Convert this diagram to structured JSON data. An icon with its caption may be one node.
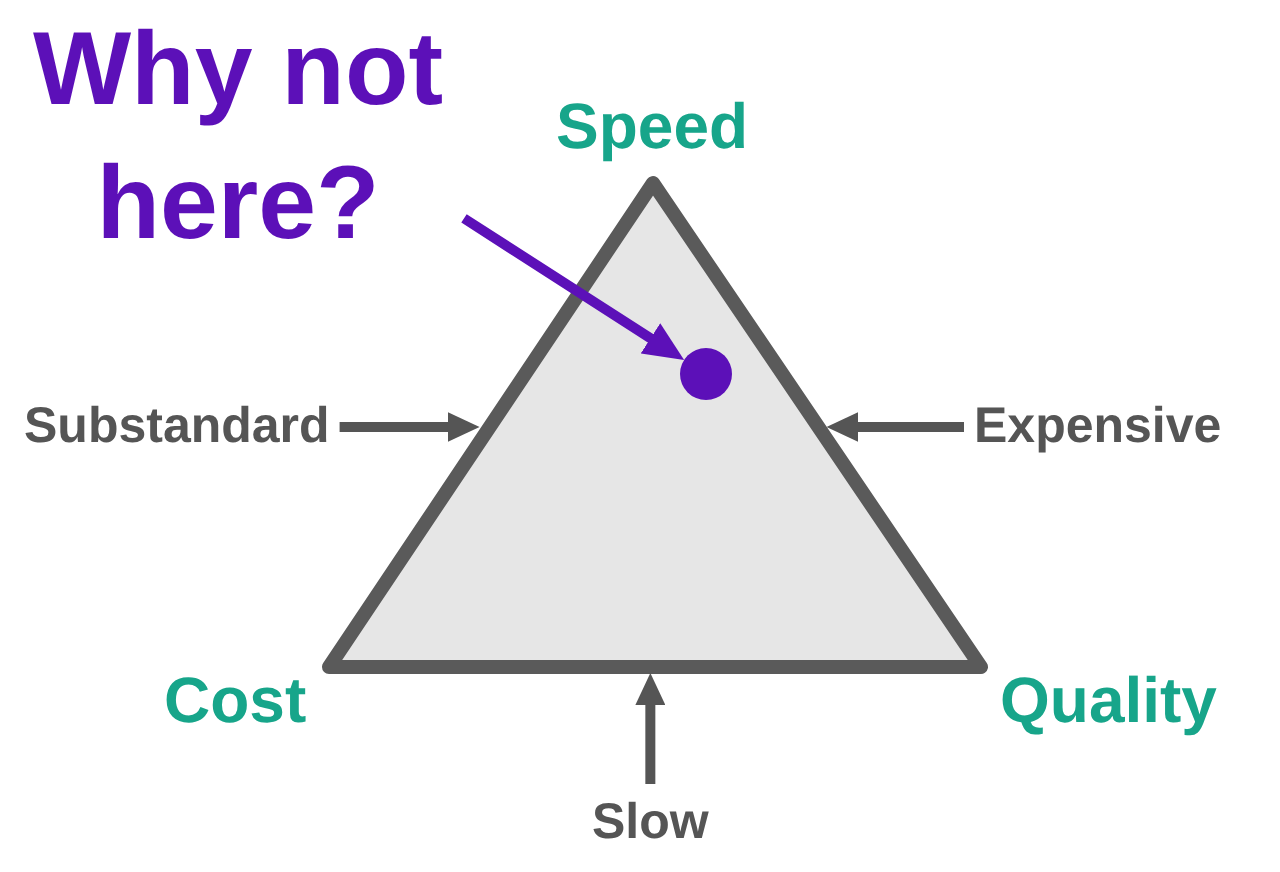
{
  "diagram": {
    "nodes": [
      {
        "text": [
          "Why not here?"
        ]
      },
      {
        "text": [],
        "shape": "triangle"
      },
      {
        "text": [],
        "shape": "circle",
        "in": 1
      },
      {
        "text": [
          "Substandard"
        ]
      },
      {
        "text": [
          "Expensive"
        ]
      },
      {
        "text": [
          "Slow"
        ]
      }
    ],
    "edges": [
      {
        "from": 0,
        "to": 2,
        "arrow": "to",
        "color": "#5c10b8"
      },
      {
        "from": 3,
        "to": 1,
        "arrow": "to"
      },
      {
        "from": 4,
        "to": 1,
        "arrow": "to"
      },
      {
        "from": 5,
        "to": 1,
        "arrow": "to"
      }
    ],
    "labels": [
      "Speed",
      "Cost",
      "Quality"
    ]
  }
}
